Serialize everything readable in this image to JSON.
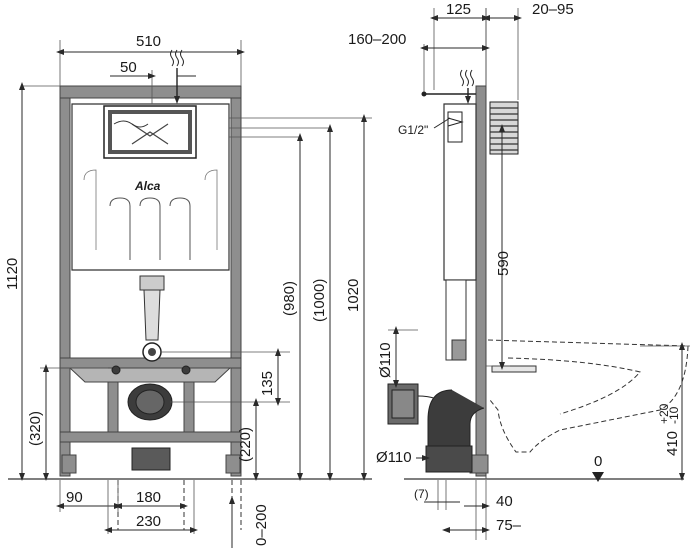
{
  "front_view": {
    "width": "510",
    "button_offset": "50",
    "height_total": "1120",
    "height_980": "(980)",
    "height_1000": "(1000)",
    "height_1020": "1020",
    "height_135": "135",
    "height_220": "(220)",
    "height_320": "(320)",
    "depth_0_200": "0–200",
    "bottom_90": "90",
    "bottom_180": "180",
    "bottom_230": "230",
    "brand": "Alca"
  },
  "side_view": {
    "depth_125": "125",
    "depth_20_95": "20–95",
    "depth_160_200": "160–200",
    "thread": "G1/2\"",
    "height_590": "590",
    "pipe_110_top": "Ø110",
    "pipe_110_bottom": "Ø110",
    "zero_level": "0",
    "bowl_height": "410",
    "tol_plus": "+20",
    "tol_minus": "-10",
    "bottom_7": "(7)",
    "bottom_40": "40",
    "bottom_75": "75–"
  }
}
